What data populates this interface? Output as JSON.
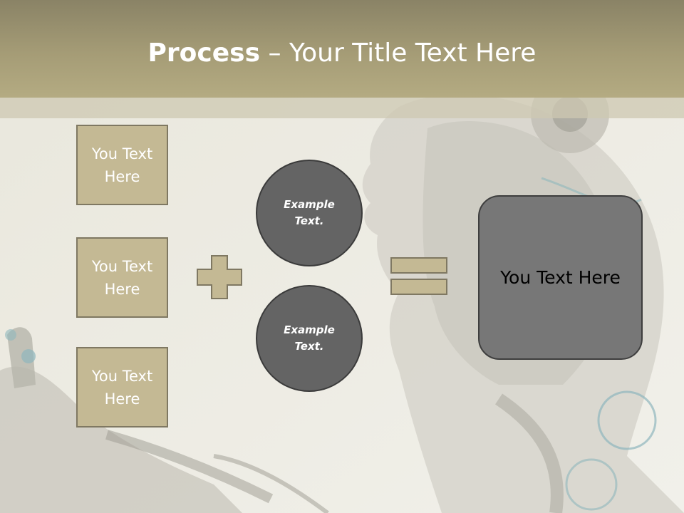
{
  "slide": {
    "title_bold": "Process",
    "title_rest": " – Your Title Text Here",
    "left_boxes": [
      "You Text\nHere",
      "You Text\nHere",
      "You Text\nHere"
    ],
    "circles": [
      "Example\nText.",
      "Example\nText."
    ],
    "result": "You Text Here"
  },
  "icons": {
    "plus": "plus-sign-icon",
    "equals": "equals-sign-icon",
    "background": "robot-illustration"
  },
  "colors": {
    "title_band": "#a59c76",
    "box_fill": "#c4b994",
    "circle_fill": "#646464",
    "result_fill": "#777777"
  }
}
